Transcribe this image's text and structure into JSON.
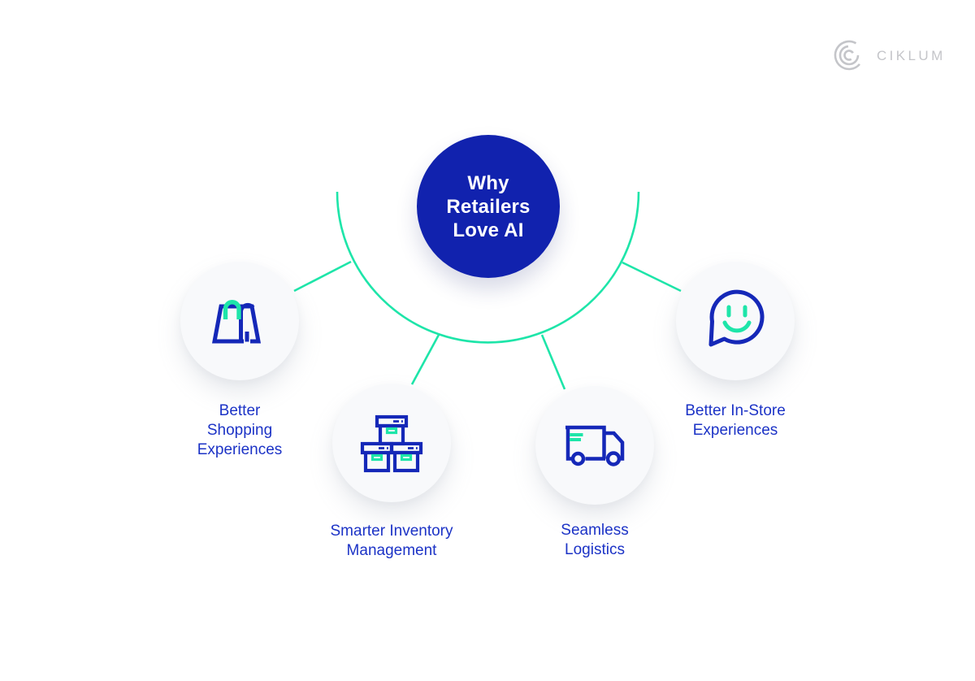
{
  "logo": {
    "brand": "CIKLUM",
    "icon": "ciklum-logo-icon"
  },
  "center": {
    "title": "Why\nRetailers\nLove AI"
  },
  "nodes": [
    {
      "label": "Better\nShopping\nExperiences",
      "icon": "shopping-bag-icon"
    },
    {
      "label": "Smarter Inventory\nManagement",
      "icon": "inventory-boxes-icon"
    },
    {
      "label": "Seamless\nLogistics",
      "icon": "delivery-truck-icon"
    },
    {
      "label": "Better In-Store\nExperiences",
      "icon": "chat-smiley-icon"
    }
  ],
  "colors": {
    "background": "#FFFFFF",
    "hub_blue": "#1122AE",
    "icon_blue": "#1528B8",
    "label_blue": "#1C33C6",
    "mint_green": "#1EE5A9",
    "node_bg": "#F8F9FB",
    "logo_gray": "#C4C5C9",
    "hub_text": "#FFFFFF"
  }
}
